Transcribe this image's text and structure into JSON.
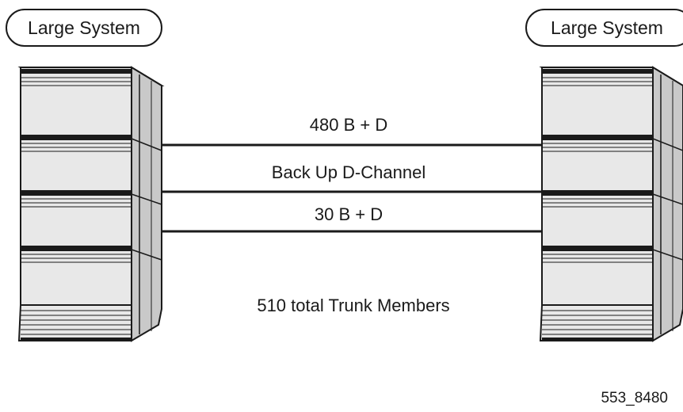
{
  "left_system": {
    "label": "Large System"
  },
  "right_system": {
    "label": "Large System"
  },
  "links": [
    {
      "label": "480 B + D"
    },
    {
      "label": "Back Up D-Channel"
    },
    {
      "label": "30 B + D"
    }
  ],
  "summary": "510 total Trunk Members",
  "figure_id": "553_8480",
  "colors": {
    "cabinet_front": "#e8e8e8",
    "cabinet_side": "#c9c9c9",
    "cabinet_top": "#f4f4f4",
    "line": "#1a1a1a"
  }
}
